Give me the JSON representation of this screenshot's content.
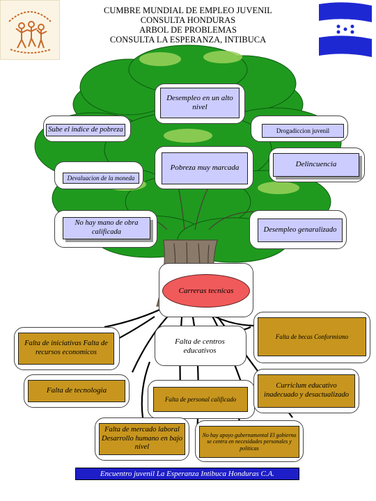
{
  "header": {
    "line1": "CUMBRE MUNDIAL DE EMPLEO JUVENIL",
    "line2": "CONSULTA HONDURAS",
    "line3": "ARBOL DE PROBLEMAS",
    "line4": "CONSULTA LA ESPERANZA, INTIBUCA"
  },
  "effects": {
    "top": "Desempleo en un alto nivel",
    "left_1": "Sube el indice de pobreza",
    "right_1": "Drogadiccion juvenil",
    "center": "Pobreza muy marcada",
    "right_2": "Delincuencia",
    "left_2": "Devaluacion de la moneda",
    "left_3": "No hay mano de obra calificada",
    "right_3": "Desempleo genaralizado"
  },
  "core_problem": "Carreras tecnicas",
  "causes": {
    "left_1": "Falta de iniciativas Falta de recursos economicos",
    "center_1": "Falta de centros educativos",
    "right_1": "Falta de becas Conformismo",
    "left_2": "Falta de tecnologia",
    "center_2": "Falta de personal calificado",
    "right_2": "Curriclum educativo inadecuado y desactualizado",
    "left_3": "Falta de mercado laboral Desarrollo humano en bajo nivel",
    "right_3": "No hay apoyo gubernamental El gobierno se centra en necesidades personales y politicas"
  },
  "footer": "Encuentro juvenil La Esperanza Intibuca Honduras C.A.",
  "colors": {
    "foliage": "#1f9a1f",
    "trunk": "#8a7a6a",
    "effect_box": "#ccccff",
    "cause_box": "#c8961e",
    "core_oval": "#f05a5a",
    "footer": "#1e1ec8",
    "flag_blue": "#1e28d2"
  }
}
